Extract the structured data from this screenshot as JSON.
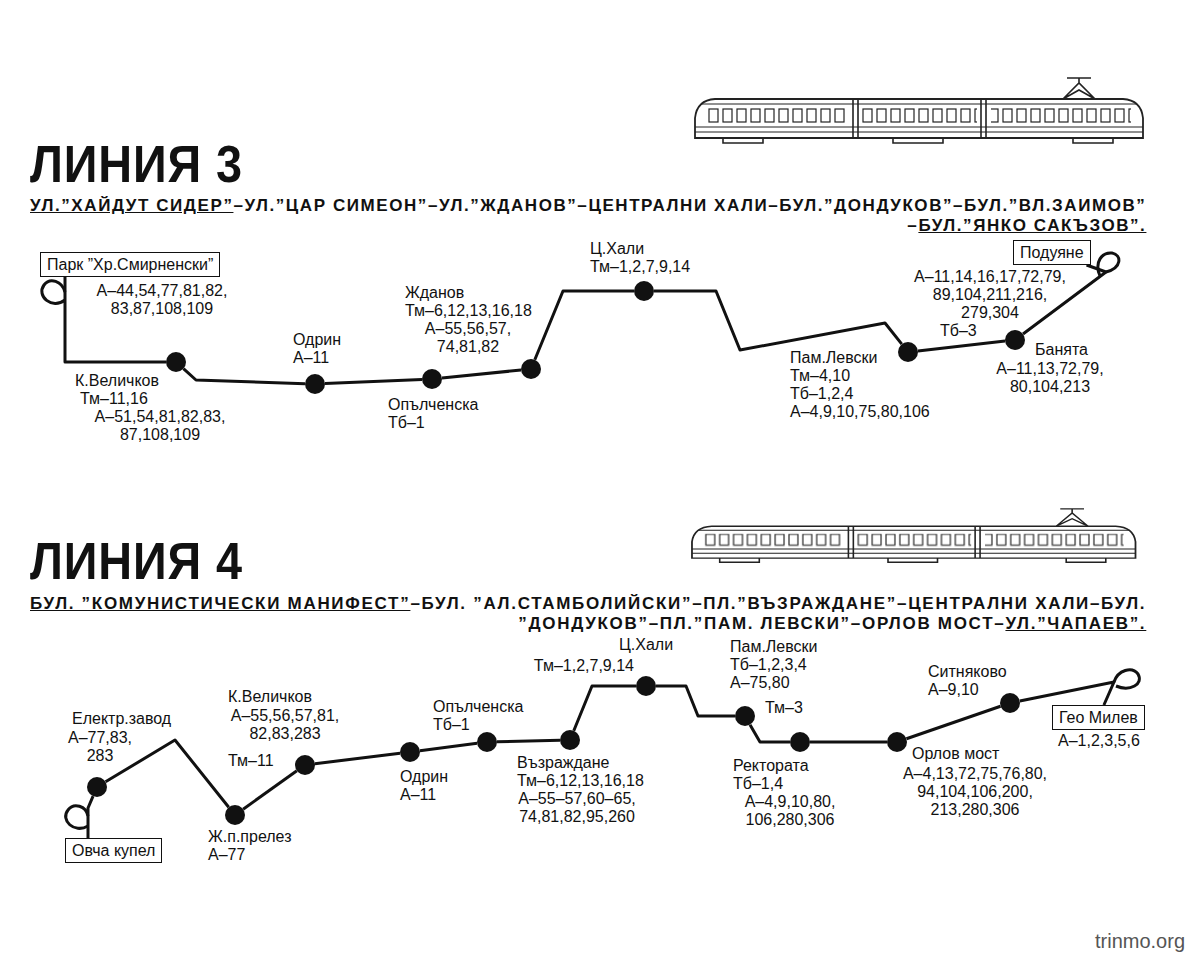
{
  "diagram": {
    "nodes": [
      {
        "text": [
          "Парк ”Хр.Смирненски”",
          "А–44,54,77,81,82, 83,87,108,109"
        ]
      },
      {
        "text": [
          "К.Величков",
          "Тм–11,16",
          "А–51,54,81,82,83, 87,108,109"
        ]
      },
      {
        "text": [
          "Одрин",
          "А–11"
        ]
      },
      {
        "text": [
          "Опълченска",
          "Тб–1"
        ]
      },
      {
        "text": [
          "Жданов",
          "Тм–6,12,13,16,18",
          "А–55,56,57, 74,81,82"
        ]
      },
      {
        "text": [
          "Ц.Хали",
          "Тм–1,2,7,9,14"
        ]
      },
      {
        "text": [
          "Пам.Левски",
          "Тм–4,10",
          "Тб–1,2,4",
          "А–4,9,10,75,80,106"
        ]
      },
      {
        "text": [
          "Банята",
          "А–11,13,72,79, 80,104,213"
        ]
      },
      {
        "text": [
          "Подуяне",
          "А–11,14,16,17,72,79, 89,104,211,216, 279,304",
          "Тб–3"
        ]
      },
      {
        "text": [
          "Овча купел"
        ]
      },
      {
        "text": [
          "Електр.завод",
          "А–77,83, 283"
        ]
      },
      {
        "text": [
          "Ж.п.прелез",
          "А–77"
        ]
      },
      {
        "text": [
          "К.Величков",
          "А–55,56,57,81, 82,83,283",
          "Тм–11"
        ]
      },
      {
        "text": [
          "Одрин",
          "А–11"
        ]
      },
      {
        "text": [
          "Опълченска",
          "Тб–1"
        ]
      },
      {
        "text": [
          "Възраждане",
          "Тм–6,12,13,16,18",
          "А–55–57,60–65, 74,81,82,95,260"
        ]
      },
      {
        "text": [
          "Ц.Хали",
          "Тм–1,2,7,9,14"
        ]
      },
      {
        "text": [
          "Пам.Левски",
          "Тб–1,2,3,4",
          "А–75,80",
          "Тм–3"
        ]
      },
      {
        "text": [
          "Ректората",
          "Тб–1,4",
          "А–4,9,10,80, 106,280,306"
        ]
      },
      {
        "text": [
          "Орлов мост",
          "А–4,13,72,75,76,80, 94,104,106,200, 213,280,306"
        ]
      },
      {
        "text": [
          "Ситняково",
          "А–9,10"
        ]
      },
      {
        "text": [
          "Гео Милев",
          "А–1,2,3,5,6"
        ]
      }
    ],
    "edges": [
      {
        "from": 0,
        "to": 1,
        "arrow": "none"
      },
      {
        "from": 1,
        "to": 2,
        "arrow": "none"
      },
      {
        "from": 2,
        "to": 3,
        "arrow": "none"
      },
      {
        "from": 3,
        "to": 4,
        "arrow": "none"
      },
      {
        "from": 4,
        "to": 5,
        "arrow": "none"
      },
      {
        "from": 5,
        "to": 6,
        "arrow": "none"
      },
      {
        "from": 6,
        "to": 7,
        "arrow": "none"
      },
      {
        "from": 7,
        "to": 8,
        "arrow": "none"
      },
      {
        "from": 9,
        "to": 10,
        "arrow": "none"
      },
      {
        "from": 10,
        "to": 11,
        "arrow": "none"
      },
      {
        "from": 11,
        "to": 12,
        "arrow": "none"
      },
      {
        "from": 12,
        "to": 13,
        "arrow": "none"
      },
      {
        "from": 13,
        "to": 14,
        "arrow": "none"
      },
      {
        "from": 14,
        "to": 15,
        "arrow": "none"
      },
      {
        "from": 15,
        "to": 16,
        "arrow": "none"
      },
      {
        "from": 16,
        "to": 17,
        "arrow": "none"
      },
      {
        "from": 17,
        "to": 18,
        "arrow": "none"
      },
      {
        "from": 18,
        "to": 19,
        "arrow": "none"
      },
      {
        "from": 19,
        "to": 20,
        "arrow": "none"
      },
      {
        "from": 20,
        "to": 21,
        "arrow": "none"
      }
    ],
    "labels": [
      "ЛИНИЯ 3",
      "УЛ.”ХАЙДУТ СИДЕР”–УЛ.”ЦАР СИМЕОН”–УЛ.”ЖДАНОВ”–ЦЕНТРАЛНИ ХАЛИ–БУЛ.”ДОНДУКОВ”–БУЛ.”ВЛ.ЗАИМОВ” –БУЛ.”ЯНКО САКЪЗОВ”.",
      "ЛИНИЯ 4",
      "БУЛ. ”КОМУНИСТИЧЕСКИ МАНИФЕСТ”–БУЛ. ”АЛ.СТАМБОЛИЙСКИ”–ПЛ.”ВЪЗРАЖДАНЕ”–ЦЕНТРАЛНИ ХАЛИ–БУЛ. ”ДОНДУКОВ”–ПЛ.”ПАМ. ЛЕВСКИ”–ОРЛОВ МОСТ–УЛ.”ЧАПАЕВ”.",
      "trinmo.org"
    ]
  }
}
